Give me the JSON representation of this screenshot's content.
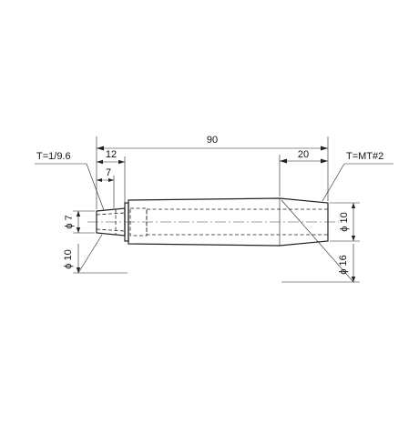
{
  "drawing": {
    "overall_length": "90",
    "shank_length": "20",
    "step_length": "12",
    "tip_length": "7",
    "left_taper": "T=1/9.6",
    "right_taper": "T=MT#2",
    "tip_diameter": "ϕ 7",
    "step_diameter": "ϕ 10",
    "bore_diameter": "ϕ 10",
    "body_diameter": "ϕ 16"
  }
}
